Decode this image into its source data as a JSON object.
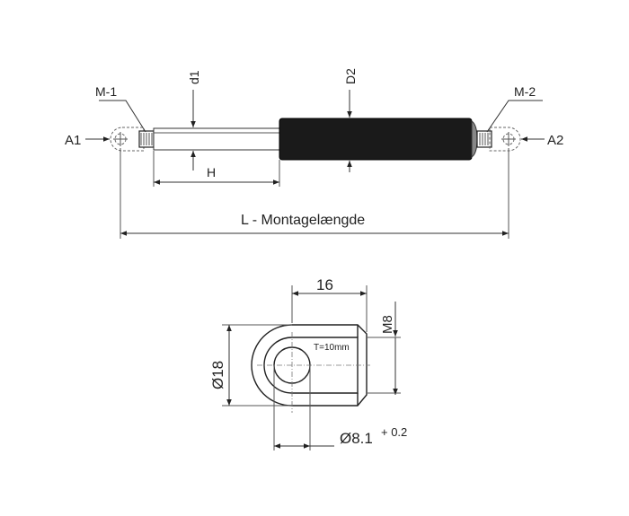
{
  "top_view": {
    "label_d1": "d1",
    "label_d2": "D2",
    "label_m1": "M-1",
    "label_m2": "M-2",
    "label_a1": "A1",
    "label_a2": "A2",
    "label_h": "H",
    "label_l": "L - Montagelængde"
  },
  "eyelet_view": {
    "width": "16",
    "thread": "M8",
    "thickness": "T=10mm",
    "outer_dia": "Ø18",
    "hole_dia": "Ø8.1",
    "hole_tol": "+ 0.2"
  },
  "colors": {
    "cylinder": "#1a1a1a",
    "rod": "#ffffff",
    "line": "#333333"
  }
}
